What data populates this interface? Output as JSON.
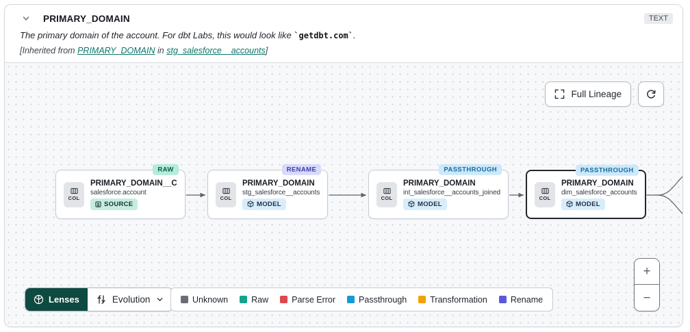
{
  "header": {
    "title": "PRIMARY_DOMAIN",
    "type_badge": "TEXT",
    "description_prefix": "The primary domain of the account. For dbt Labs, this would look like ",
    "description_code": "`getdbt.com`",
    "description_suffix": ".",
    "inherited_prefix": "[Inherited from ",
    "inherited_link_column": "PRIMARY_DOMAIN",
    "inherited_mid": " in ",
    "inherited_link_model": "stg_salesforce__accounts",
    "inherited_suffix": "]"
  },
  "toolbar": {
    "full_lineage_label": "Full Lineage",
    "icons": {
      "expand": "expand-icon",
      "refresh": "refresh-icon"
    }
  },
  "col_label": "COL",
  "nodes": [
    {
      "title": "PRIMARY_DOMAIN__C",
      "subtitle": "salesforce.account",
      "type_label": "SOURCE",
      "lens_label": "RAW",
      "selected": false
    },
    {
      "title": "PRIMARY_DOMAIN",
      "subtitle": "stg_salesforce__accounts",
      "type_label": "MODEL",
      "lens_label": "RENAME",
      "selected": false
    },
    {
      "title": "PRIMARY_DOMAIN",
      "subtitle": "int_salesforce__accounts_joined",
      "type_label": "MODEL",
      "lens_label": "PASSTHROUGH",
      "selected": false
    },
    {
      "title": "PRIMARY_DOMAIN",
      "subtitle": "dim_salesforce_accounts",
      "type_label": "MODEL",
      "lens_label": "PASSTHROUGH",
      "selected": true
    }
  ],
  "lenses": {
    "button_label": "Lenses",
    "selected_lens": "Evolution",
    "button_color": "#0e4a41"
  },
  "legend": [
    {
      "label": "Unknown",
      "color": "#696d74"
    },
    {
      "label": "Raw",
      "color": "#14a38c"
    },
    {
      "label": "Parse Error",
      "color": "#e0474f"
    },
    {
      "label": "Passthrough",
      "color": "#169ad4"
    },
    {
      "label": "Transformation",
      "color": "#f0a202"
    },
    {
      "label": "Rename",
      "color": "#5a5ad8"
    }
  ],
  "lens_colors": {
    "raw_bg": "#b4ecda",
    "raw_text": "#0b5a4b",
    "rename_bg": "#d7daf9",
    "rename_text": "#3d3dad",
    "passthrough_bg": "#cde8fa",
    "passthrough_text": "#136f9e"
  },
  "zoom_controls": {
    "zoom_in": "+",
    "zoom_out": "−"
  }
}
